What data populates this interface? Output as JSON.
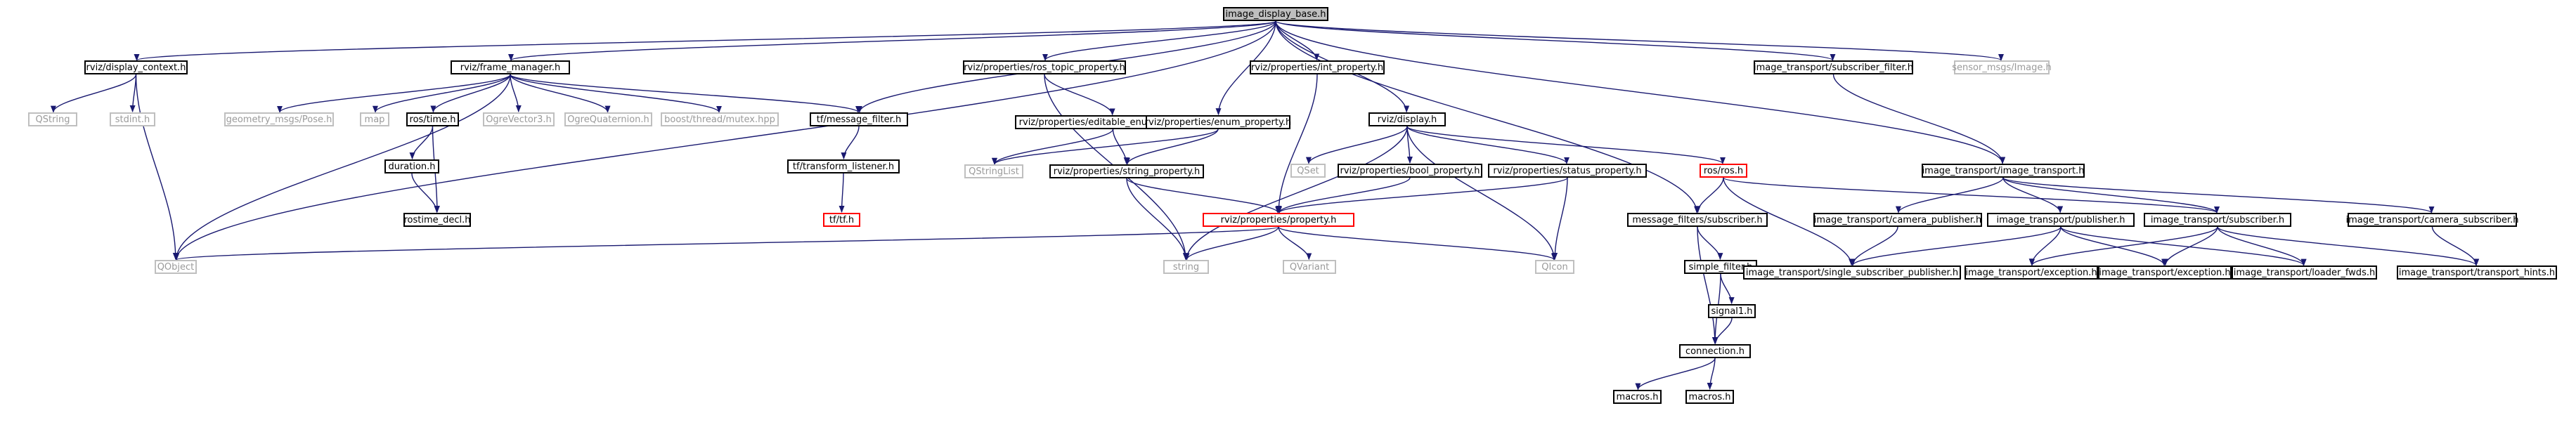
{
  "diagram": {
    "nodes": [
      {
        "id": "root",
        "label": "image_display_base.h",
        "style": "root"
      },
      {
        "id": "dispctx",
        "label": "rviz/display_context.h",
        "style": "normal"
      },
      {
        "id": "framemgr",
        "label": "rviz/frame_manager.h",
        "style": "normal"
      },
      {
        "id": "rostopic",
        "label": "rviz/properties/ros_topic_property.h",
        "style": "normal"
      },
      {
        "id": "intprop",
        "label": "rviz/properties/int_property.h",
        "style": "normal"
      },
      {
        "id": "subfilter",
        "label": "image_transport/subscriber_filter.h",
        "style": "normal"
      },
      {
        "id": "sensorimg",
        "label": "sensor_msgs/Image.h",
        "style": "ext"
      },
      {
        "id": "qstring",
        "label": "QString",
        "style": "ext"
      },
      {
        "id": "stdint",
        "label": "stdint.h",
        "style": "ext"
      },
      {
        "id": "geompose",
        "label": "geometry_msgs/Pose.h",
        "style": "ext"
      },
      {
        "id": "map",
        "label": "map",
        "style": "ext"
      },
      {
        "id": "rostime",
        "label": "ros/time.h",
        "style": "normal"
      },
      {
        "id": "ogrevec",
        "label": "OgreVector3.h",
        "style": "ext"
      },
      {
        "id": "ogrequat",
        "label": "OgreQuaternion.h",
        "style": "ext"
      },
      {
        "id": "boostmutex",
        "label": "boost/thread/mutex.hpp",
        "style": "ext"
      },
      {
        "id": "tfmsgfilter",
        "label": "tf/message_filter.h",
        "style": "normal"
      },
      {
        "id": "editenum",
        "label": "rviz/properties/editable_enum_property.h",
        "style": "normal"
      },
      {
        "id": "enumprop",
        "label": "rviz/properties/enum_property.h",
        "style": "normal"
      },
      {
        "id": "display",
        "label": "rviz/display.h",
        "style": "normal"
      },
      {
        "id": "duration",
        "label": "duration.h",
        "style": "normal"
      },
      {
        "id": "tflistener",
        "label": "tf/transform_listener.h",
        "style": "normal"
      },
      {
        "id": "qstringlist",
        "label": "QStringList",
        "style": "ext"
      },
      {
        "id": "strprop",
        "label": "rviz/properties/string_property.h",
        "style": "normal"
      },
      {
        "id": "qset",
        "label": "QSet",
        "style": "ext"
      },
      {
        "id": "boolprop",
        "label": "rviz/properties/bool_property.h",
        "style": "normal"
      },
      {
        "id": "statusprop",
        "label": "rviz/properties/status_property.h",
        "style": "normal"
      },
      {
        "id": "rosh",
        "label": "ros/ros.h",
        "style": "red"
      },
      {
        "id": "imgtransport",
        "label": "image_transport/image_transport.h",
        "style": "normal"
      },
      {
        "id": "tftf",
        "label": "tf/tf.h",
        "style": "red"
      },
      {
        "id": "rostimedecl",
        "label": "rostime_decl.h",
        "style": "normal"
      },
      {
        "id": "property",
        "label": "rviz/properties/property.h",
        "style": "red"
      },
      {
        "id": "msgfiltsub",
        "label": "message_filters/subscriber.h",
        "style": "normal"
      },
      {
        "id": "campub",
        "label": "image_transport/camera_publisher.h",
        "style": "normal"
      },
      {
        "id": "pub",
        "label": "image_transport/publisher.h",
        "style": "normal"
      },
      {
        "id": "sub",
        "label": "image_transport/subscriber.h",
        "style": "normal"
      },
      {
        "id": "camsub",
        "label": "image_transport/camera_subscriber.h",
        "style": "normal"
      },
      {
        "id": "qobject",
        "label": "QObject",
        "style": "ext"
      },
      {
        "id": "string",
        "label": "string",
        "style": "ext"
      },
      {
        "id": "qvariant",
        "label": "QVariant",
        "style": "ext"
      },
      {
        "id": "qicon",
        "label": "QIcon",
        "style": "ext"
      },
      {
        "id": "simplefilter",
        "label": "simple_filter.h",
        "style": "normal"
      },
      {
        "id": "singlesubpub",
        "label": "image_transport/single_subscriber_publisher.h",
        "style": "normal"
      },
      {
        "id": "exc1",
        "label": "image_transport/exception.h",
        "style": "normal"
      },
      {
        "id": "exc2",
        "label": "image_transport/exception.h",
        "style": "normal"
      },
      {
        "id": "loaderfwds",
        "label": "image_transport/loader_fwds.h",
        "style": "normal"
      },
      {
        "id": "transporthints",
        "label": "image_transport/transport_hints.h",
        "style": "normal"
      },
      {
        "id": "signal1",
        "label": "signal1.h",
        "style": "normal"
      },
      {
        "id": "connection",
        "label": "connection.h",
        "style": "normal"
      },
      {
        "id": "macros1",
        "label": "macros.h",
        "style": "normal"
      },
      {
        "id": "macros2",
        "label": "macros.h",
        "style": "normal"
      }
    ],
    "edges": [
      [
        "root",
        "dispctx"
      ],
      [
        "root",
        "framemgr"
      ],
      [
        "root",
        "rostopic"
      ],
      [
        "root",
        "intprop"
      ],
      [
        "root",
        "subfilter"
      ],
      [
        "root",
        "sensorimg"
      ],
      [
        "root",
        "qobject"
      ],
      [
        "root",
        "tfmsgfilter"
      ],
      [
        "root",
        "enumprop"
      ],
      [
        "root",
        "display"
      ],
      [
        "root",
        "msgfiltsub"
      ],
      [
        "root",
        "imgtransport"
      ],
      [
        "dispctx",
        "qstring"
      ],
      [
        "dispctx",
        "stdint"
      ],
      [
        "dispctx",
        "qobject"
      ],
      [
        "framemgr",
        "geompose"
      ],
      [
        "framemgr",
        "map"
      ],
      [
        "framemgr",
        "rostime"
      ],
      [
        "framemgr",
        "ogrevec"
      ],
      [
        "framemgr",
        "ogrequat"
      ],
      [
        "framemgr",
        "boostmutex"
      ],
      [
        "framemgr",
        "tfmsgfilter"
      ],
      [
        "framemgr",
        "qobject"
      ],
      [
        "rostopic",
        "editenum"
      ],
      [
        "rostopic",
        "string"
      ],
      [
        "intprop",
        "property"
      ],
      [
        "subfilter",
        "imgtransport"
      ],
      [
        "rostime",
        "duration"
      ],
      [
        "rostime",
        "rostimedecl"
      ],
      [
        "duration",
        "rostimedecl"
      ],
      [
        "tfmsgfilter",
        "tflistener"
      ],
      [
        "tflistener",
        "tftf"
      ],
      [
        "editenum",
        "qstringlist"
      ],
      [
        "editenum",
        "strprop"
      ],
      [
        "enumprop",
        "qstringlist"
      ],
      [
        "enumprop",
        "strprop"
      ],
      [
        "display",
        "qset"
      ],
      [
        "display",
        "boolprop"
      ],
      [
        "display",
        "statusprop"
      ],
      [
        "display",
        "rosh"
      ],
      [
        "display",
        "string"
      ],
      [
        "display",
        "qicon"
      ],
      [
        "strprop",
        "property"
      ],
      [
        "strprop",
        "string"
      ],
      [
        "boolprop",
        "property"
      ],
      [
        "statusprop",
        "property"
      ],
      [
        "statusprop",
        "qicon"
      ],
      [
        "rosh",
        "msgfiltsub"
      ],
      [
        "rosh",
        "singlesubpub"
      ],
      [
        "rosh",
        "sub"
      ],
      [
        "imgtransport",
        "campub"
      ],
      [
        "imgtransport",
        "pub"
      ],
      [
        "imgtransport",
        "sub"
      ],
      [
        "imgtransport",
        "camsub"
      ],
      [
        "property",
        "qobject"
      ],
      [
        "property",
        "string"
      ],
      [
        "property",
        "qvariant"
      ],
      [
        "property",
        "qicon"
      ],
      [
        "msgfiltsub",
        "simplefilter"
      ],
      [
        "msgfiltsub",
        "connection"
      ],
      [
        "campub",
        "singlesubpub"
      ],
      [
        "pub",
        "singlesubpub"
      ],
      [
        "pub",
        "exc1"
      ],
      [
        "pub",
        "exc2"
      ],
      [
        "pub",
        "loaderfwds"
      ],
      [
        "sub",
        "exc1"
      ],
      [
        "sub",
        "exc2"
      ],
      [
        "sub",
        "loaderfwds"
      ],
      [
        "sub",
        "transporthints"
      ],
      [
        "camsub",
        "transporthints"
      ],
      [
        "simplefilter",
        "signal1"
      ],
      [
        "simplefilter",
        "connection"
      ],
      [
        "signal1",
        "connection"
      ],
      [
        "connection",
        "macros1"
      ],
      [
        "connection",
        "macros2"
      ]
    ]
  },
  "colors": {
    "edge": "#191970",
    "border_normal": "#000000",
    "border_external": "#bfbfbf",
    "border_truncated": "#ff0000",
    "root_fill": "#bfbfbf",
    "text_external": "#9a9a9a"
  }
}
